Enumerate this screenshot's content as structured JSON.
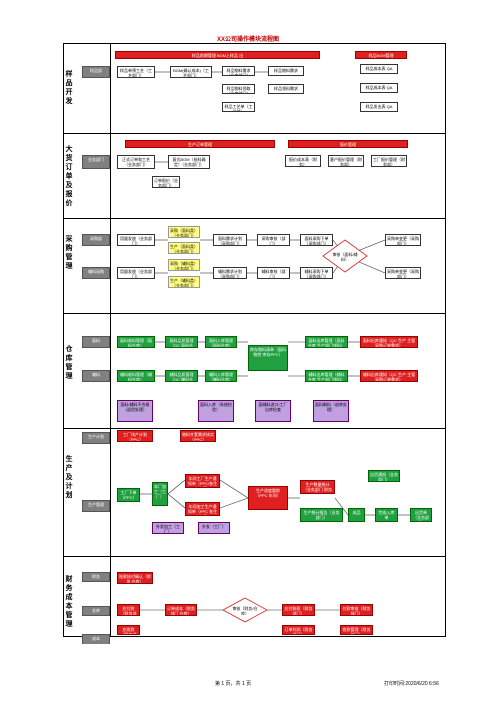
{
  "title": "XX公司操作模块流程图",
  "lanes": [
    "样品开发",
    "大货订单及报价",
    "采购管理",
    "仓库管理",
    "生产及计划",
    "财务成本管理"
  ],
  "headers": {
    "sample_mgmt": "样品前期管理 BOM上样品 出",
    "sample_bom": "样品BOM管理",
    "big_order": "生产订单管理",
    "quote": "报价管理"
  },
  "sample": {
    "role": "样品部",
    "b1": "样品单预工艺（工艺部门）",
    "b2": "BOM(确认成本)（工艺部门）",
    "b3": "样品物料需求（仓库部门）",
    "b4": "样品物料领取（仓库部门）",
    "b5": "样品物料需求",
    "b6": "样品领料需求",
    "b7": "样品工艺单（工艺部）",
    "b8": "样品成本表 QA",
    "b9": "样品成本表 QA",
    "b10": "样品发出表 QA"
  },
  "order": {
    "role": "业务部门",
    "b1": "正式订单和工艺（业务部门）",
    "b2": "复式BOM（核料确定）（业务部门）",
    "b3": "订单报价（业务部门）",
    "b4": "报价成本表（财务）",
    "b5": "客户报价管理（财务部）",
    "b6": "工厂报价管理（财务部）"
  },
  "purchase": {
    "r1": "采购部",
    "r2": "辅料采购",
    "b1": "用量发放（业务部门）",
    "b2": "采购（面料类）（业务部门）",
    "b3": "生产（面料类）（业务部门）",
    "b4": "面料需求计划（采购部门）",
    "b5": "采购审核（部门）",
    "b6": "面料采购下单（采购部门）",
    "b7": "采购单变更（采购部门）",
    "b8": "用量发放（业务部门）",
    "b9": "采购（辅料类）（业务部门）",
    "b10": "生产（辅料类）（业务部门）",
    "b11": "辅料需求计划（采购部门）",
    "b12": "辅料审核（部门）",
    "b13": "辅料采购下单（采购部门）",
    "b14": "采购单变更（采购部门）",
    "diamond": "审核（面料/辅料）"
  },
  "warehouse": {
    "r1": "面料",
    "r2": "辅料",
    "b1": "面料收料管理（面料仓库）",
    "b2": "面料品质管理（QC 面料仓库）",
    "b3": "面料入库管理（面料仓库）",
    "b4": "库存物料清单（面料物控 库存PPC）",
    "b5": "面料出库管理（面料仓库 生产部门领料）",
    "b6": "面料出库通知（QC 生产 主管 采购订单需求）",
    "b7": "辅料收料管理（辅料仓库）",
    "b8": "辅料品质管理（QC 辅料仓库）",
    "b9": "辅料入库管理（辅料仓库）",
    "b10": "辅料出库管理（辅料仓库 生产部门领料）",
    "b11": "辅料出库通知（QC 生产 主管 采购订单需求）",
    "b12": "面料/辅料不合格（退货处理）",
    "b13": "面料入库（系统检验）",
    "b14": "面辅料进口/工厂出库检查",
    "b15": "面料剩料（退库处理）"
  },
  "production": {
    "r1": "生产计划",
    "r2": "生产管理",
    "b1": "工厂排产计划（PPC）",
    "b2": "物料齐套需求核实（PPC）",
    "b3": "工厂下单（PPC）",
    "b4": "外发加工（工厂）",
    "b5": "外发（工厂）",
    "b6": "本厂加工（工厂）",
    "b7": "车间工厂生产通知单（PPC/各生产车间）",
    "b8": "车间加工生产通知单（PPC 各生产车间）",
    "b9": "生产进度跟踪（PPC 车间）",
    "b10": "生产数量统计（业务部门 财务部）",
    "b11": "生产统计报告（业务部门）",
    "b12": "出货通知（业务部门）",
    "b13": "成品",
    "b14": "完成入库单",
    "b15": "出货单（业务部门）"
  },
  "finance": {
    "r1": "财务",
    "r2": "仓库",
    "r3": "成本",
    "b1": "账款核对确认（财务 仓库）",
    "b2": "应付款（财务部门）",
    "b3": "应收款（财务部门）",
    "b4": "订单成本（财务部门 仓库）",
    "b5": "应付账款（财务部门）",
    "b6": "付款审核（财务部门）",
    "b7": "订单利润（财务部门）",
    "b8": "收款管理（财务部门）",
    "diamond": "审核（财务/仓库）"
  },
  "footer": {
    "page": "第 1 页，共 1 页",
    "printed": "打印时间:2020/6/20  6:56"
  }
}
